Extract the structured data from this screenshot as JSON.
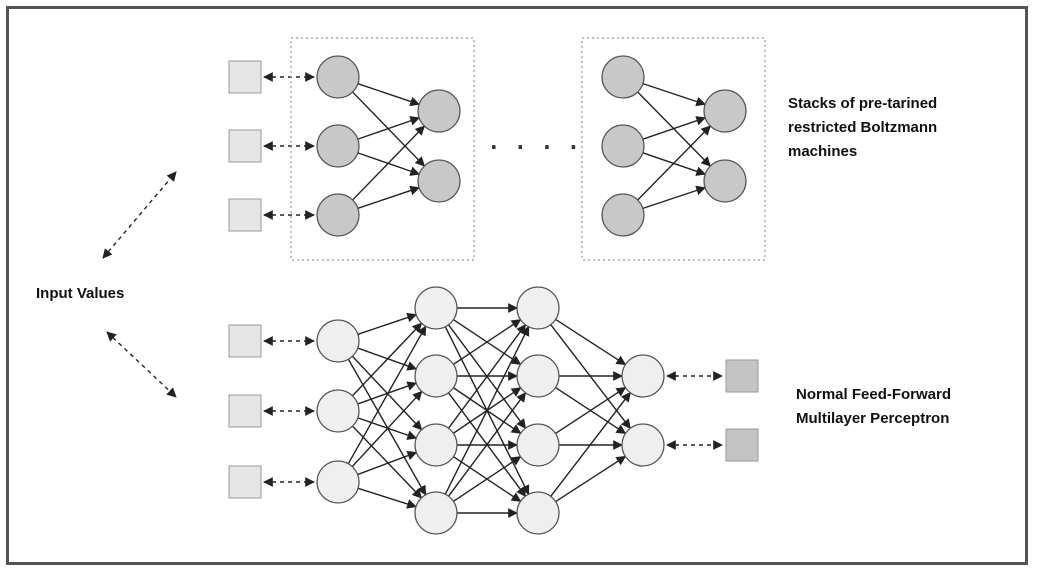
{
  "labels": {
    "rbm": [
      "Stacks of pre-tarined",
      "restricted Boltzmann",
      "machines"
    ],
    "input": "Input Values",
    "mlp": [
      "Normal Feed-Forward",
      "Multilayer Perceptron"
    ],
    "ellipsis": ". . . ."
  },
  "colors": {
    "frame": "#555555",
    "node_dark": "#c8c8c8",
    "node_light": "#efefef",
    "input_square": "#e6e6e6",
    "output_square": "#c4c4c4",
    "edge": "#222222",
    "dotted_box": "#9a9a9a"
  }
}
